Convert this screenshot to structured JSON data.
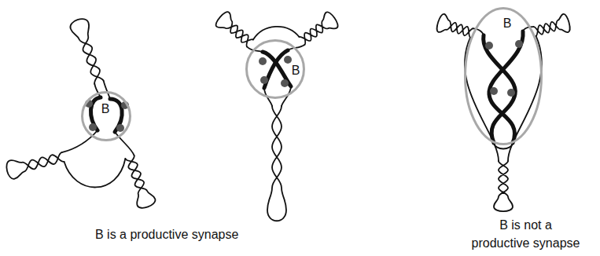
{
  "diagram": {
    "nodes": [
      {
        "text": [
          "B"
        ]
      },
      {
        "text": [
          "B"
        ]
      },
      {
        "text": [
          "B"
        ]
      }
    ],
    "labels": [
      "B is a productive synapse",
      "B is not a productive synapse"
    ]
  }
}
